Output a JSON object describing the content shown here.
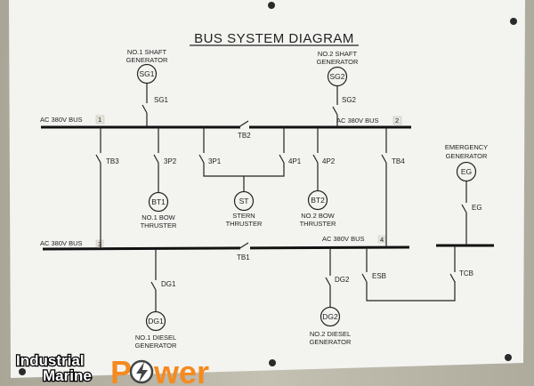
{
  "title": "BUS SYSTEM DIAGRAM",
  "generators": {
    "sg1": {
      "symbol": "SG1",
      "line1": "NO.1  SHAFT",
      "line2": "GENERATOR",
      "switch": "SG1"
    },
    "sg2": {
      "symbol": "SG2",
      "line1": "NO.2  SHAFT",
      "line2": "GENERATOR",
      "switch": "SG2"
    },
    "eg": {
      "symbol": "EG",
      "line1": "EMERGENCY",
      "line2": "GENERATOR",
      "switch": "EG"
    },
    "dg1": {
      "symbol": "DG1",
      "line1": "NO.1  DIESEL",
      "line2": "GENERATOR",
      "switch": "DG1"
    },
    "dg2": {
      "symbol": "DG2",
      "line1": "NO.2  DIESEL",
      "line2": "GENERATOR",
      "switch": "DG2"
    }
  },
  "thrusters": {
    "bt1": {
      "symbol": "BT1",
      "line1": "NO.1  BOW",
      "line2": "THRUSTER",
      "switch": "3P2"
    },
    "st": {
      "symbol": "ST",
      "line1": "STERN",
      "line2": "THRUSTER",
      "switch_a": "3P1",
      "switch_b": "4P1"
    },
    "bt2": {
      "symbol": "BT2",
      "line1": "NO.2  BOW",
      "line2": "THRUSTER",
      "switch": "4P2"
    }
  },
  "buses": {
    "bus1": {
      "label": "AC  380V  BUS",
      "tag": "1"
    },
    "bus2": {
      "label": "AC  380V  BUS",
      "tag": "2"
    },
    "bus3": {
      "label": "AC  380V  BUS",
      "tag": "3"
    },
    "bus4": {
      "label": "AC  380V  BUS",
      "tag": "4"
    }
  },
  "breakers": {
    "tb1": "TB1",
    "tb2": "TB2",
    "tb3": "TB3",
    "tb4": "TB4",
    "esb": "ESB",
    "tcb": "TCB"
  },
  "logo": {
    "word1": "Industrial",
    "word2": "Marine",
    "word3": "Power"
  }
}
